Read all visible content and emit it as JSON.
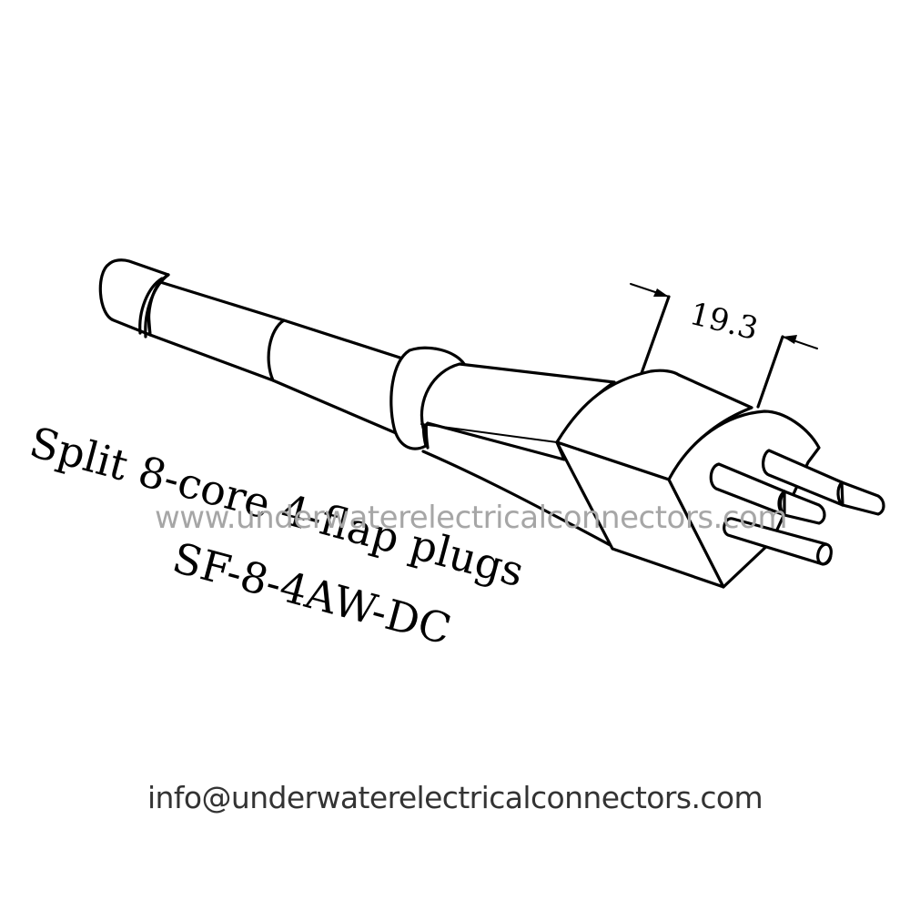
{
  "drawing": {
    "title": "Split 8-core 4-flap plugs",
    "part_number": "SF-8-4AW-DC",
    "dimension": {
      "value": "19.3"
    }
  },
  "watermark": {
    "text": "www.underwaterelectricalconnectors.com"
  },
  "footer": {
    "email": "info@underwaterelectricalconnectors.com"
  },
  "colors": {
    "line": "#000000",
    "background": "#ffffff",
    "watermark": "#a6a6a6",
    "footer_text": "#333333"
  }
}
